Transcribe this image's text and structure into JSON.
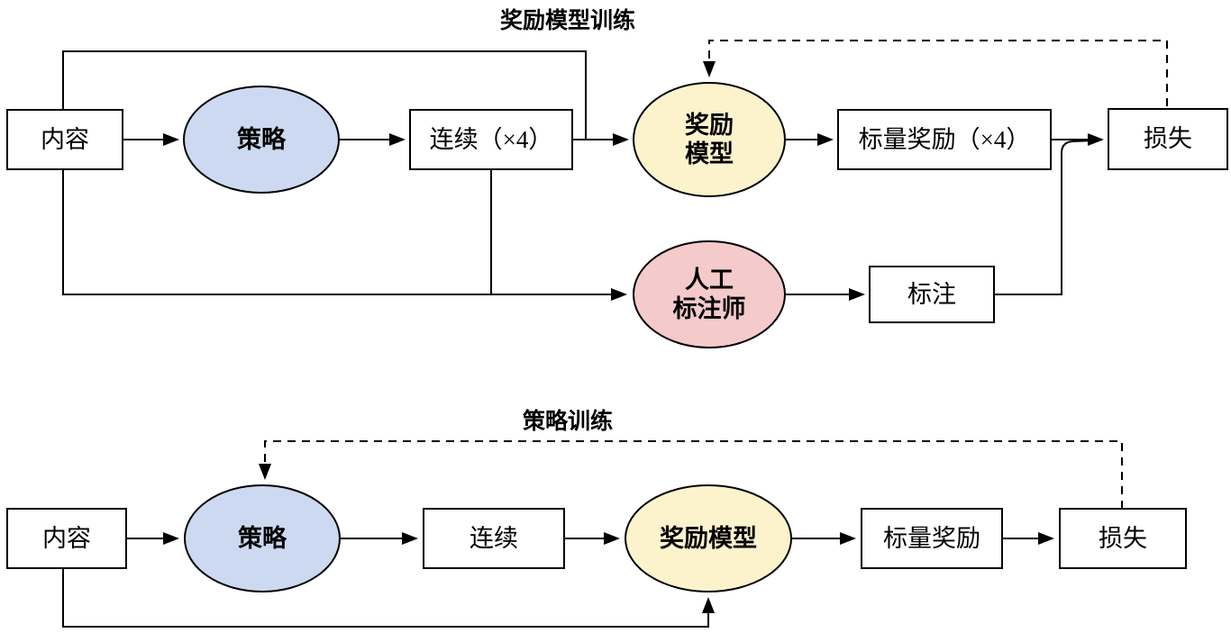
{
  "diagram_top": {
    "title": "奖励模型训练",
    "nodes": {
      "content": "内容",
      "policy": "策略",
      "continuations": "连续（×4）",
      "reward_model": "奖励\n模型",
      "scalar_reward": "标量奖励（×4）",
      "loss": "损失",
      "human_labeler": "人工\n标注师",
      "labels": "标注"
    }
  },
  "diagram_bottom": {
    "title": "策略训练",
    "nodes": {
      "content": "内容",
      "policy": "策略",
      "continuation": "连续",
      "reward_model": "奖励模型",
      "scalar_reward": "标量奖励",
      "loss": "损失"
    }
  },
  "colors": {
    "policy_fill": "#ccd9f0",
    "reward_fill": "#fcf3cd",
    "labeler_fill": "#f4caca",
    "box_fill": "#ffffff",
    "stroke": "#000000"
  }
}
